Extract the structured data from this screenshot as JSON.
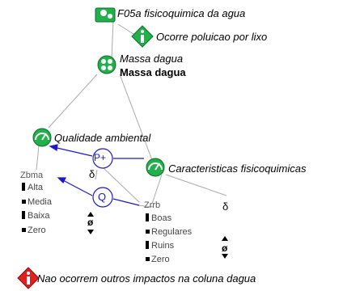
{
  "nodes": {
    "f05a": "F05a fisicoquimica da agua",
    "ocorre": "Ocorre poluicao por lixo",
    "massa_italic": "Massa dagua",
    "massa_bold": "Massa dagua",
    "qualidade": "Qualidade ambiental",
    "caracteristicas": "Caracteristicas fisicoquimicas",
    "nao_ocorrem": "Nao ocorrem outros impactos na coluna dagua"
  },
  "influences": {
    "p_plus": "P+",
    "q": "Q"
  },
  "zbma": {
    "name": "Zbma",
    "states": [
      "Alta",
      "Media",
      "Baixa",
      "Zero"
    ]
  },
  "zrrb": {
    "name": "Zrrb",
    "states": [
      "Boas",
      "Regulares",
      "Ruins",
      "Zero"
    ]
  },
  "symbols": {
    "delta": "δ",
    "empty_set": "ø"
  },
  "colors": {
    "green": "#22b04b",
    "red": "#e02020",
    "blue": "#1a1acc",
    "line": "#aaaaaa"
  }
}
